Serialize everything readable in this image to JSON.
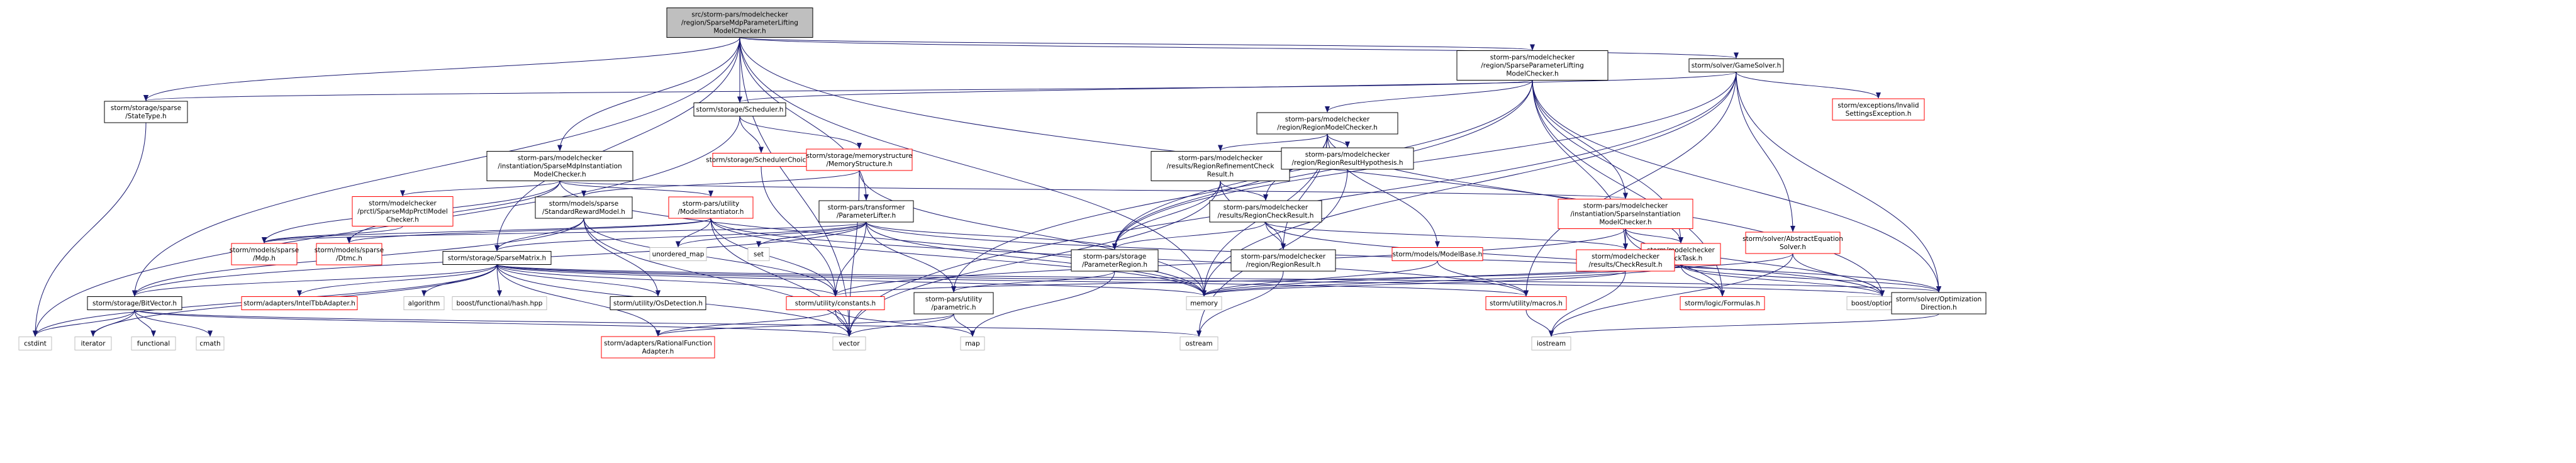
{
  "colors": {
    "edge": "#191970",
    "box_border_black": "#000000",
    "box_border_red": "#ff0000",
    "box_border_grey": "#bfbfbf",
    "root_fill": "#bfbfbf",
    "fill": "#ffffff"
  },
  "nodes": [
    {
      "id": "root",
      "lines": [
        "src/storm-pars/modelchecker",
        "/region/SparseMdpParameterLifting",
        "ModelChecker.h"
      ],
      "style": "root"
    },
    {
      "id": "spl",
      "lines": [
        "storm-pars/modelchecker",
        "/region/SparseParameterLifting",
        "ModelChecker.h"
      ],
      "style": "black"
    },
    {
      "id": "gamesolver",
      "lines": [
        "storm/solver/GameSolver.h"
      ],
      "style": "black"
    },
    {
      "id": "statetype",
      "lines": [
        "storm/storage/sparse",
        "/StateType.h"
      ],
      "style": "black"
    },
    {
      "id": "scheduler",
      "lines": [
        "storm/storage/Scheduler.h"
      ],
      "style": "black"
    },
    {
      "id": "schedchoice",
      "lines": [
        "storm/storage/SchedulerChoice.h"
      ],
      "style": "red"
    },
    {
      "id": "memstruct",
      "lines": [
        "storm/storage/memorystructure",
        "/MemoryStructure.h"
      ],
      "style": "red"
    },
    {
      "id": "regionmc",
      "lines": [
        "storm-pars/modelchecker",
        "/region/RegionModelChecker.h"
      ],
      "style": "black"
    },
    {
      "id": "invalidsettings",
      "lines": [
        "storm/exceptions/Invalid",
        "SettingsException.h"
      ],
      "style": "red"
    },
    {
      "id": "sparsemdpinst",
      "lines": [
        "storm-pars/modelchecker",
        "/instantiation/SparseMdpInstantiation",
        "ModelChecker.h"
      ],
      "style": "black"
    },
    {
      "id": "sparsemdppctl",
      "lines": [
        "storm/modelchecker",
        "/prctl/SparseMdpPrctlModel",
        "Checker.h"
      ],
      "style": "red"
    },
    {
      "id": "stdreward",
      "lines": [
        "storm/models/sparse",
        "/StandardRewardModel.h"
      ],
      "style": "black"
    },
    {
      "id": "modelinst",
      "lines": [
        "storm-pars/utility",
        "/ModelInstantiator.h"
      ],
      "style": "red"
    },
    {
      "id": "paramlifter",
      "lines": [
        "storm-pars/transformer",
        "/ParameterLifter.h"
      ],
      "style": "black"
    },
    {
      "id": "refinecheck",
      "lines": [
        "storm-pars/modelchecker",
        "/results/RegionRefinementCheck",
        "Result.h"
      ],
      "style": "black"
    },
    {
      "id": "regionhyp",
      "lines": [
        "storm-pars/modelchecker",
        "/region/RegionResultHypothesis.h"
      ],
      "style": "black"
    },
    {
      "id": "regioncheck",
      "lines": [
        "storm-pars/modelchecker",
        "/results/RegionCheckResult.h"
      ],
      "style": "black"
    },
    {
      "id": "sparseinst",
      "lines": [
        "storm-pars/modelchecker",
        "/instantiation/SparseInstantiation",
        "ModelChecker.h"
      ],
      "style": "red"
    },
    {
      "id": "modelbase",
      "lines": [
        "storm/models/ModelBase.h"
      ],
      "style": "red"
    },
    {
      "id": "checktask",
      "lines": [
        "storm/modelchecker",
        "/CheckTask.h"
      ],
      "style": "red"
    },
    {
      "id": "abseqsolver",
      "lines": [
        "storm/solver/AbstractEquation",
        "Solver.h"
      ],
      "style": "red"
    },
    {
      "id": "mdp",
      "lines": [
        "storm/models/sparse",
        "/Mdp.h"
      ],
      "style": "red"
    },
    {
      "id": "dtmc",
      "lines": [
        "storm/models/sparse",
        "/Dtmc.h"
      ],
      "style": "red"
    },
    {
      "id": "sparsematrix",
      "lines": [
        "storm/storage/SparseMatrix.h"
      ],
      "style": "black"
    },
    {
      "id": "unorderedmap",
      "lines": [
        "unordered_map"
      ],
      "style": "grey"
    },
    {
      "id": "set",
      "lines": [
        "set"
      ],
      "style": "grey"
    },
    {
      "id": "paramregion",
      "lines": [
        "storm-pars/storage",
        "/ParameterRegion.h"
      ],
      "style": "black"
    },
    {
      "id": "regionresult",
      "lines": [
        "storm-pars/modelchecker",
        "/region/RegionResult.h"
      ],
      "style": "black"
    },
    {
      "id": "checkresult",
      "lines": [
        "storm/modelchecker",
        "/results/CheckResult.h"
      ],
      "style": "red"
    },
    {
      "id": "bitvector",
      "lines": [
        "storm/storage/BitVector.h"
      ],
      "style": "black"
    },
    {
      "id": "inteltbb",
      "lines": [
        "storm/adapters/IntelTbbAdapter.h"
      ],
      "style": "red"
    },
    {
      "id": "algorithm",
      "lines": [
        "algorithm"
      ],
      "style": "grey"
    },
    {
      "id": "boosthash",
      "lines": [
        "boost/functional/hash.hpp"
      ],
      "style": "grey"
    },
    {
      "id": "osdetect",
      "lines": [
        "storm/utility/OsDetection.h"
      ],
      "style": "black"
    },
    {
      "id": "constants",
      "lines": [
        "storm/utility/constants.h"
      ],
      "style": "red"
    },
    {
      "id": "parametric",
      "lines": [
        "storm-pars/utility",
        "/parametric.h"
      ],
      "style": "black"
    },
    {
      "id": "memory",
      "lines": [
        "memory"
      ],
      "style": "grey"
    },
    {
      "id": "macros",
      "lines": [
        "storm/utility/macros.h"
      ],
      "style": "red"
    },
    {
      "id": "formulas",
      "lines": [
        "storm/logic/Formulas.h"
      ],
      "style": "red"
    },
    {
      "id": "boostoptional",
      "lines": [
        "boost/optional.hpp"
      ],
      "style": "grey"
    },
    {
      "id": "optdir",
      "lines": [
        "storm/solver/Optimization",
        "Direction.h"
      ],
      "style": "black"
    },
    {
      "id": "cstdint",
      "lines": [
        "cstdint"
      ],
      "style": "grey"
    },
    {
      "id": "iterator",
      "lines": [
        "iterator"
      ],
      "style": "grey"
    },
    {
      "id": "functional",
      "lines": [
        "functional"
      ],
      "style": "grey"
    },
    {
      "id": "cmath",
      "lines": [
        "cmath"
      ],
      "style": "grey"
    },
    {
      "id": "rationalfn",
      "lines": [
        "storm/adapters/RationalFunction",
        "Adapter.h"
      ],
      "style": "red"
    },
    {
      "id": "vector",
      "lines": [
        "vector"
      ],
      "style": "grey"
    },
    {
      "id": "map",
      "lines": [
        "map"
      ],
      "style": "grey"
    },
    {
      "id": "ostream",
      "lines": [
        "ostream"
      ],
      "style": "grey"
    },
    {
      "id": "iostream",
      "lines": [
        "iostream"
      ],
      "style": "grey"
    }
  ],
  "edges": [
    [
      "root",
      "spl"
    ],
    [
      "root",
      "gamesolver"
    ],
    [
      "root",
      "statetype"
    ],
    [
      "root",
      "scheduler"
    ],
    [
      "root",
      "sparsemdpinst"
    ],
    [
      "root",
      "paramlifter"
    ],
    [
      "root",
      "sparsematrix"
    ],
    [
      "root",
      "bitvector"
    ],
    [
      "root",
      "vector"
    ],
    [
      "root",
      "memory"
    ],
    [
      "root",
      "boostoptional"
    ],
    [
      "spl",
      "regionmc"
    ],
    [
      "spl",
      "sparseinst"
    ],
    [
      "spl",
      "checktask"
    ],
    [
      "spl",
      "checkresult"
    ],
    [
      "spl",
      "paramregion"
    ],
    [
      "spl",
      "parametric"
    ],
    [
      "spl",
      "optdir"
    ],
    [
      "spl",
      "formulas"
    ],
    [
      "spl",
      "statetype"
    ],
    [
      "gamesolver",
      "scheduler"
    ],
    [
      "gamesolver",
      "invalidsettings"
    ],
    [
      "gamesolver",
      "abseqsolver"
    ],
    [
      "gamesolver",
      "optdir"
    ],
    [
      "gamesolver",
      "memory"
    ],
    [
      "gamesolver",
      "vector"
    ],
    [
      "gamesolver",
      "macros"
    ],
    [
      "gamesolver",
      "paramregion"
    ],
    [
      "statetype",
      "cstdint"
    ],
    [
      "scheduler",
      "schedchoice"
    ],
    [
      "scheduler",
      "memstruct"
    ],
    [
      "scheduler",
      "cstdint"
    ],
    [
      "schedchoice",
      "constants"
    ],
    [
      "memstruct",
      "stdreward"
    ],
    [
      "memstruct",
      "vector"
    ],
    [
      "memstruct",
      "memory"
    ],
    [
      "regionmc",
      "refinecheck"
    ],
    [
      "regionmc",
      "regionhyp"
    ],
    [
      "regionmc",
      "regioncheck"
    ],
    [
      "regionmc",
      "modelbase"
    ],
    [
      "regionmc",
      "checktask"
    ],
    [
      "regionmc",
      "paramregion"
    ],
    [
      "regionmc",
      "regionresult"
    ],
    [
      "regionmc",
      "memory"
    ],
    [
      "sparsemdpinst",
      "sparsemdppctl"
    ],
    [
      "sparsemdpinst",
      "mdp"
    ],
    [
      "sparsemdpinst",
      "dtmc"
    ],
    [
      "sparsemdpinst",
      "modelinst"
    ],
    [
      "sparsemdpinst",
      "sparseinst"
    ],
    [
      "sparsemdpinst",
      "memory"
    ],
    [
      "sparsemdppctl",
      "mdp"
    ],
    [
      "stdreward",
      "sparsematrix"
    ],
    [
      "stdreward",
      "bitvector"
    ],
    [
      "stdreward",
      "osdetect"
    ],
    [
      "stdreward",
      "constants"
    ],
    [
      "stdreward",
      "vector"
    ],
    [
      "modelinst",
      "mdp"
    ],
    [
      "modelinst",
      "dtmc"
    ],
    [
      "modelinst",
      "unorderedmap"
    ],
    [
      "modelinst",
      "constants"
    ],
    [
      "modelinst",
      "macros"
    ],
    [
      "modelinst",
      "memory"
    ],
    [
      "modelinst",
      "vector"
    ],
    [
      "paramlifter",
      "mdp"
    ],
    [
      "paramlifter",
      "paramregion"
    ],
    [
      "paramlifter",
      "sparsematrix"
    ],
    [
      "paramlifter",
      "unorderedmap"
    ],
    [
      "paramlifter",
      "set"
    ],
    [
      "paramlifter",
      "parametric"
    ],
    [
      "paramlifter",
      "optdir"
    ],
    [
      "paramlifter",
      "memory"
    ],
    [
      "paramlifter",
      "bitvector"
    ],
    [
      "paramlifter",
      "constants"
    ],
    [
      "refinecheck",
      "regioncheck"
    ],
    [
      "refinecheck",
      "paramregion"
    ],
    [
      "refinecheck",
      "regionresult"
    ],
    [
      "refinecheck",
      "vector"
    ],
    [
      "regionhyp",
      "ostream"
    ],
    [
      "regioncheck",
      "checkresult"
    ],
    [
      "regioncheck",
      "paramregion"
    ],
    [
      "regioncheck",
      "regionresult"
    ],
    [
      "regioncheck",
      "boostoptional"
    ],
    [
      "sparseinst",
      "checkresult"
    ],
    [
      "sparseinst",
      "checktask"
    ],
    [
      "sparseinst",
      "formulas"
    ],
    [
      "sparseinst",
      "constants"
    ],
    [
      "sparseinst",
      "boostoptional"
    ],
    [
      "modelbase",
      "memory"
    ],
    [
      "modelbase",
      "macros"
    ],
    [
      "checktask",
      "formulas"
    ],
    [
      "checktask",
      "optdir"
    ],
    [
      "checktask",
      "memory"
    ],
    [
      "checktask",
      "boostoptional"
    ],
    [
      "checktask",
      "constants"
    ],
    [
      "abseqsolver",
      "memory"
    ],
    [
      "abseqsolver",
      "boostoptional"
    ],
    [
      "abseqsolver",
      "iostream"
    ],
    [
      "sparsematrix",
      "bitvector"
    ],
    [
      "sparsematrix",
      "inteltbb"
    ],
    [
      "sparsematrix",
      "algorithm"
    ],
    [
      "sparsematrix",
      "boosthash"
    ],
    [
      "sparsematrix",
      "osdetect"
    ],
    [
      "sparsematrix",
      "constants"
    ],
    [
      "sparsematrix",
      "macros"
    ],
    [
      "sparsematrix",
      "optdir"
    ],
    [
      "sparsematrix",
      "memory"
    ],
    [
      "sparsematrix",
      "boostoptional"
    ],
    [
      "sparsematrix",
      "iterator"
    ],
    [
      "sparsematrix",
      "cstdint"
    ],
    [
      "sparsematrix",
      "vector"
    ],
    [
      "sparsematrix",
      "rationalfn"
    ],
    [
      "paramregion",
      "parametric"
    ],
    [
      "paramregion",
      "map"
    ],
    [
      "regionresult",
      "ostream"
    ],
    [
      "checkresult",
      "iostream"
    ],
    [
      "checkresult",
      "memory"
    ],
    [
      "bitvector",
      "cstdint"
    ],
    [
      "bitvector",
      "iterator"
    ],
    [
      "bitvector",
      "functional"
    ],
    [
      "bitvector",
      "cmath"
    ],
    [
      "bitvector",
      "ostream"
    ],
    [
      "bitvector",
      "vector"
    ],
    [
      "constants",
      "vector"
    ],
    [
      "constants",
      "map"
    ],
    [
      "constants",
      "rationalfn"
    ],
    [
      "parametric",
      "rationalfn"
    ],
    [
      "parametric",
      "vector"
    ],
    [
      "parametric",
      "map"
    ],
    [
      "macros",
      "iostream"
    ],
    [
      "optdir",
      "iostream"
    ]
  ]
}
